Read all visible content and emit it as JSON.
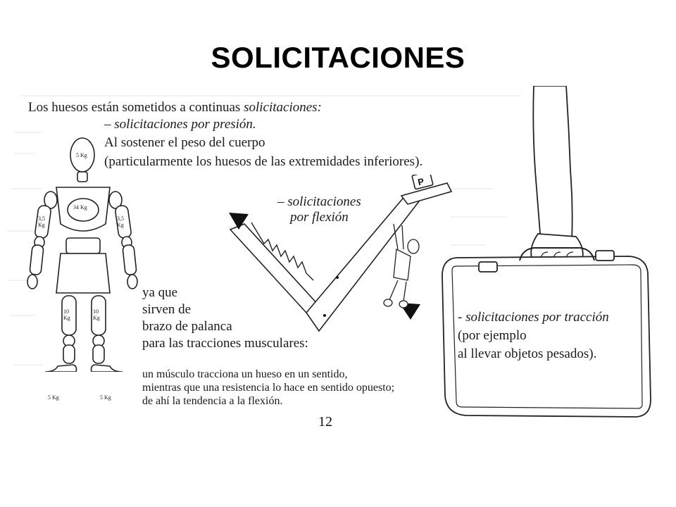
{
  "title": "SOLICITACIONES",
  "intro": {
    "prefix": "Los huesos están sometidos a continuas ",
    "italic": "solicitaciones:"
  },
  "presion": {
    "heading": "– solicitaciones por presión.",
    "line1": "Al sostener el peso del cuerpo",
    "line2": "(particularmente los huesos de las extremidades inferiores)."
  },
  "flexion": {
    "line1": "– solicitaciones",
    "line2": "por flexión",
    "weight_label": "P"
  },
  "lever": {
    "line1": "ya que",
    "line2": "sirven de",
    "line3": "brazo de palanca",
    "line4": "para las tracciones musculares:"
  },
  "note": {
    "line1": "un músculo tracciona un hueso en un sentido,",
    "line2": "mientras que una resistencia lo hace en sentido opuesto;",
    "line3": "de ahí la tendencia a la flexión."
  },
  "traccion": {
    "line1": "- solicitaciones por tracción",
    "line2": "(por ejemplo",
    "line3": "al llevar objetos pesados)."
  },
  "figure_weights": {
    "head": "5 Kg",
    "torso": "34 Kg",
    "arm_left": "3,5 Kg",
    "arm_right": "3,5 Kg",
    "thigh_left": "10 Kg",
    "thigh_right": "10 Kg",
    "foot_left": "5 Kg",
    "foot_right": "5 Kg"
  },
  "page_number": "12"
}
